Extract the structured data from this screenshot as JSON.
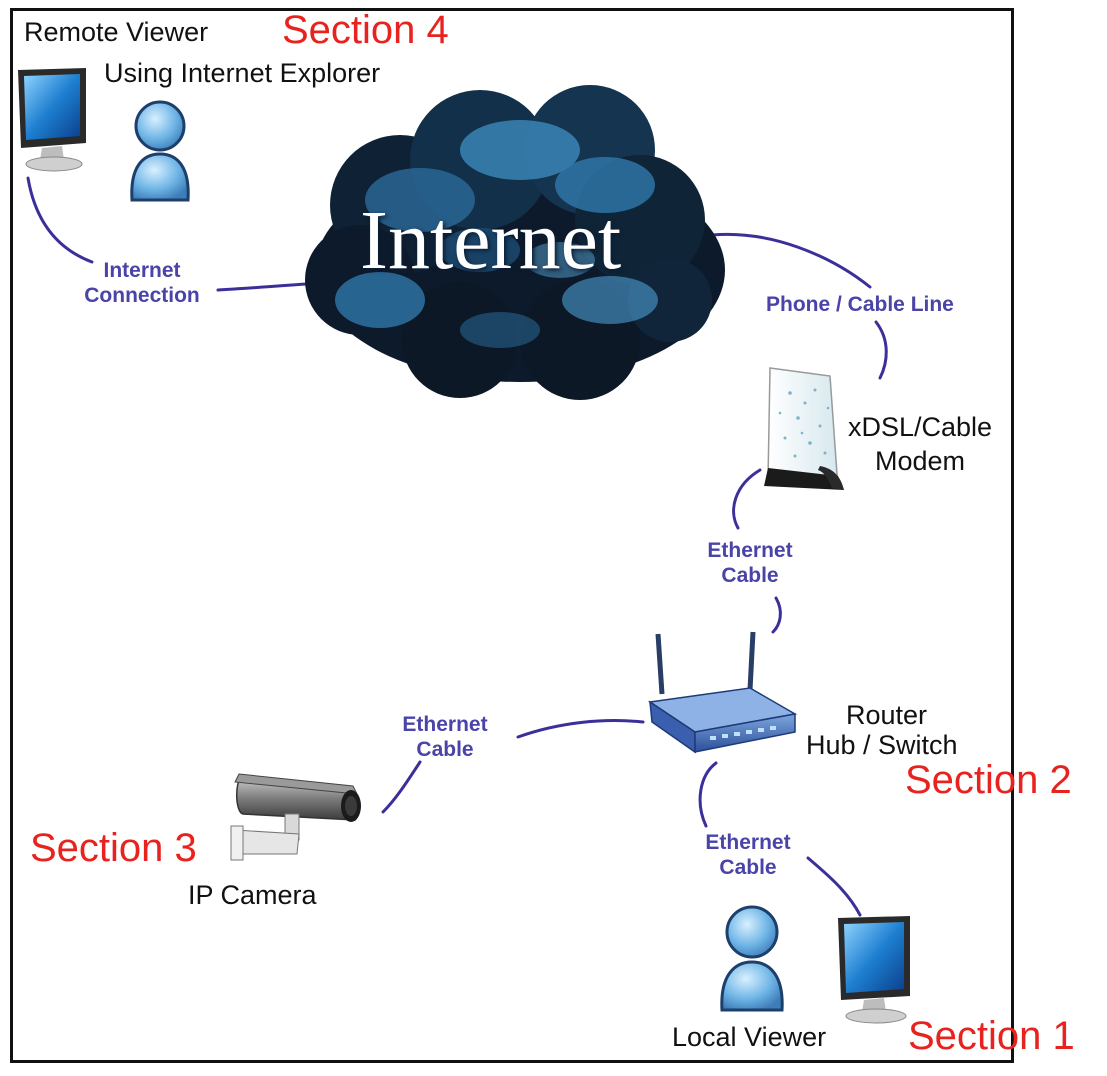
{
  "labels": {
    "remote_viewer": "Remote Viewer",
    "using_ie": "Using Internet Explorer",
    "internet": "Internet",
    "modem_line1": "xDSL/Cable",
    "modem_line2": "Modem",
    "router_line1": "Router",
    "router_line2": "Hub / Switch",
    "ip_camera": "IP Camera",
    "local_viewer": "Local Viewer"
  },
  "connections": {
    "internet_connection_1": "Internet",
    "internet_connection_2": "Connection",
    "phone_cable_line": "Phone / Cable Line",
    "eth_modem_1": "Ethernet",
    "eth_modem_2": "Cable",
    "eth_camera_1": "Ethernet",
    "eth_camera_2": "Cable",
    "eth_local_1": "Ethernet",
    "eth_local_2": "Cable"
  },
  "sections": {
    "s1": "Section 1",
    "s2": "Section 2",
    "s3": "Section 3",
    "s4": "Section 4"
  },
  "colors": {
    "cable_line": "#3b2f9a",
    "cable_text": "#4a43a8",
    "section_text": "#e8231f",
    "cloud_dark": "#0d1a2b",
    "cloud_light": "#3f8fc4"
  },
  "icons": [
    "monitor-icon",
    "person-icon",
    "cloud-icon",
    "modem-icon",
    "router-icon",
    "camera-icon"
  ]
}
